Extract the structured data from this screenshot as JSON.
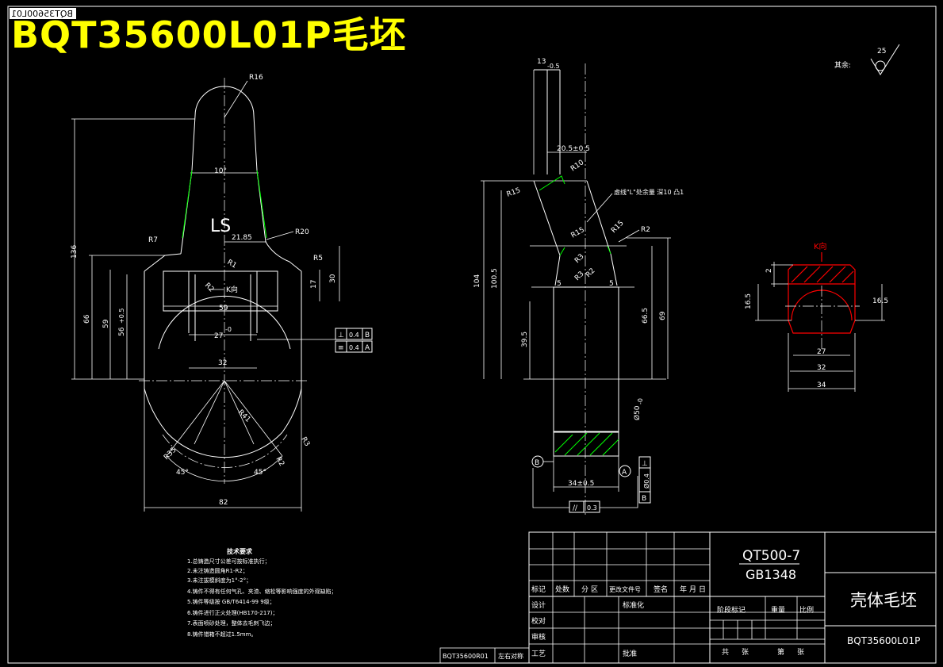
{
  "title": "BQT35600L01P毛坯",
  "mirror_tag": "BQT35600L01",
  "roughness": {
    "prefix": "其余:",
    "value": "25"
  },
  "front_view": {
    "dims": {
      "r16": "R16",
      "angle10": "10°",
      "r20": "R20",
      "d21_85": "21.85",
      "ls": "LS",
      "r7": "R7",
      "r1": "R1",
      "r5": "R5",
      "r2": "R2",
      "k_view": "K向",
      "d59w": "59",
      "d27": "27",
      "d27tol": "-0",
      "d32": "32",
      "d30": "30",
      "d17": "17",
      "d136": "136",
      "d66": "66",
      "d59": "59",
      "d56": "56",
      "d56tol": "+0.5",
      "r41": "R41",
      "r35": "R35",
      "r3": "R3",
      "r2b": "R2",
      "a45l": "45°",
      "a45r": "45°",
      "d82": "82"
    },
    "tol_frames": [
      {
        "sym": "⊥",
        "val": "0.4",
        "ref": "B"
      },
      {
        "sym": "≡",
        "val": "0.4",
        "ref": "A"
      }
    ]
  },
  "side_view": {
    "dims": {
      "d13": "13",
      "d13tol": "-0.5",
      "d20_5": "20.5±0.5",
      "r10": "R10",
      "r15a": "R15",
      "note": "虚线\"L\"处余量  深10  凸1",
      "r15b": "R15",
      "r15c": "R15",
      "r2": "R2",
      "r3a": "R3",
      "r3b": "R3",
      "r2b": "R2",
      "d5l": "5",
      "d5r": "5",
      "d104": "104",
      "d100_5": "100.5",
      "d39_5": "39.5",
      "d66_5": "66.5",
      "d69": "69",
      "d50": "Ø50",
      "d50tol": "-0",
      "d34": "34±0.5",
      "datum_b": "B",
      "datum_a": "A"
    },
    "tol_frames": [
      {
        "sym": "//",
        "val": "0.3",
        "ref": ""
      },
      {
        "sym": "⊥",
        "val": "Ø0.4",
        "ref": "B"
      }
    ]
  },
  "k_view": {
    "title": "K向",
    "d2": "2",
    "d16_5l": "16.5",
    "d16_5r": "16.5",
    "d27": "27",
    "d32": "32",
    "d34": "34"
  },
  "tech_notes": {
    "title": "技术要求",
    "lines": [
      "1.总铸造尺寸公差可按标准执行；",
      "2.未注铸造圆角R1-R2；",
      "3.未注拔模斜度为1°-2°；",
      "4.铸件不得有任何气孔、夹渣、缩松等影响强度的外观缺陷；",
      "5.铸件等级按 GB/T6414-99 9级；",
      "6.铸件进行正火处理(HB170-217)；",
      "7.表面喷砂处理，整体去毛刺飞边；",
      "8.铸件错箱不超过1.5mm。"
    ]
  },
  "title_block": {
    "material": "QT500-7",
    "standard": "GB1348",
    "part_name": "壳体毛坯",
    "part_code": "BQT35600L01P",
    "ref_code": "BQT35600R01",
    "ref_note": "左右对称",
    "row_labels": [
      "标记",
      "处数",
      "分区",
      "更改文件号",
      "签名",
      "年月日"
    ],
    "side_labels": [
      "设计",
      "校对",
      "审核",
      "工艺"
    ],
    "std_label": "标准化",
    "approve_label": "批准",
    "stage_label": "阶段标记",
    "weight_label": "重量",
    "scale_label": "比例",
    "total_label": "共",
    "sheet_unit": "张",
    "sheet_label": "第",
    "sheet_unit2": "张"
  }
}
